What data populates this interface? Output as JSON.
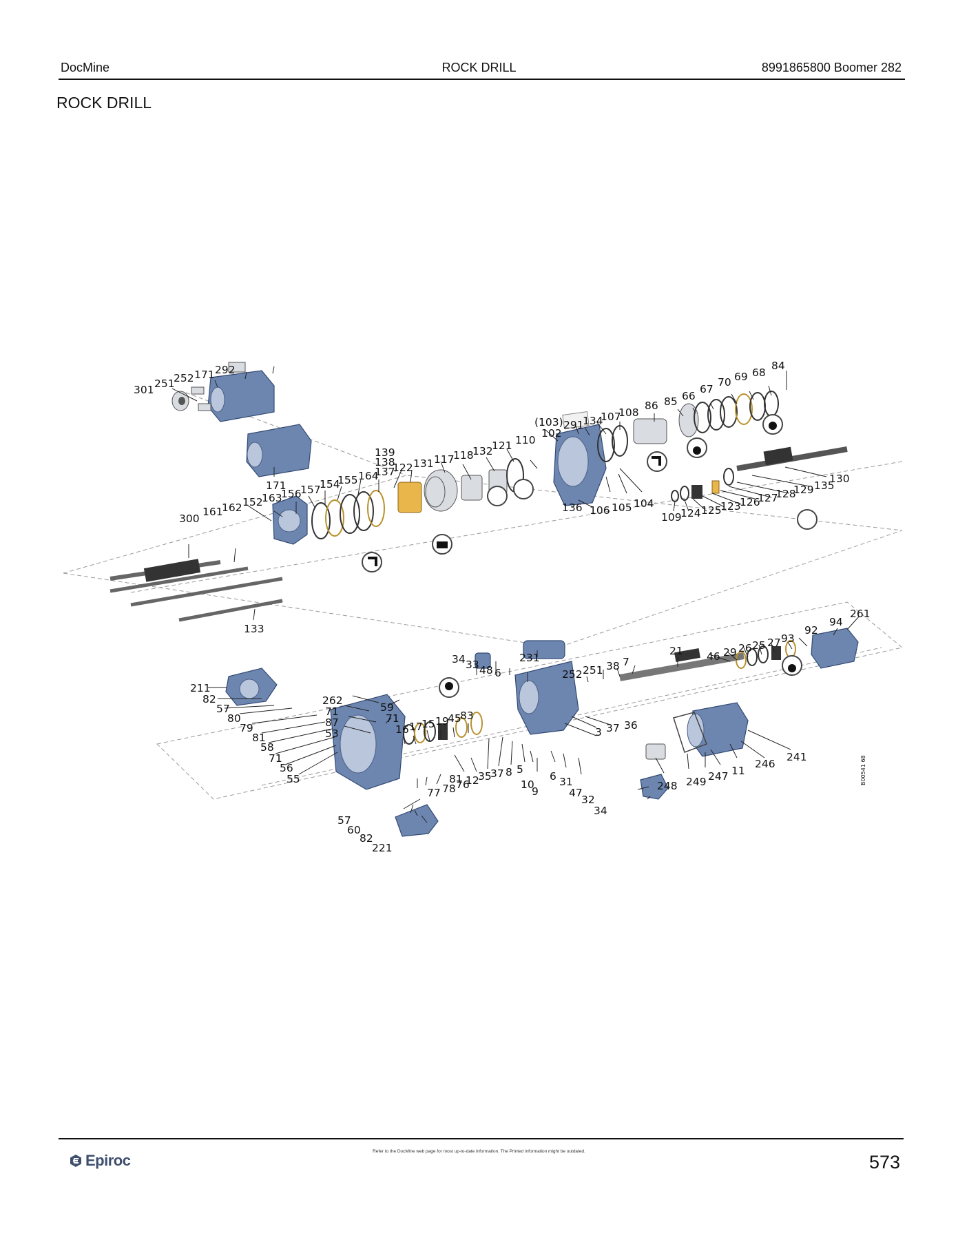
{
  "header": {
    "left": "DocMine",
    "center": "ROCK DRILL",
    "right": "8991865800 Boomer 282"
  },
  "page_title": "ROCK DRILL",
  "diagram": {
    "figure_code": "B00541 68",
    "part_labels": {
      "p301": "301",
      "p251a": "251",
      "p252a": "252",
      "p171a": "171",
      "p292": "292",
      "p171b": "171",
      "p84": "84",
      "p68": "68",
      "p69": "69",
      "p70": "70",
      "p67": "67",
      "p66": "66",
      "p85": "85",
      "p86": "86",
      "p108": "108",
      "p107": "107",
      "p134": "134",
      "p291": "291",
      "p103": "(103)",
      "p102": "102",
      "p110": "110",
      "p121": "121",
      "p132": "132",
      "p118": "118",
      "p117": "117",
      "p131": "131",
      "p122": "122",
      "p137": "137",
      "p138": "138",
      "p139": "139",
      "p164": "164",
      "p155": "155",
      "p154": "154",
      "p157": "157",
      "p156": "156",
      "p163": "163",
      "p152": "152",
      "p162": "162",
      "p161": "161",
      "p300": "300",
      "p133": "133",
      "p136": "136",
      "p106": "106",
      "p105": "105",
      "p104": "104",
      "p109": "109",
      "p124": "124",
      "p125": "125",
      "p123": "123",
      "p126": "126",
      "p127": "127",
      "p128": "128",
      "p129": "129",
      "p135": "135",
      "p130": "130",
      "p261": "261",
      "p94": "94",
      "p92": "92",
      "p93": "93",
      "p27": "27",
      "p25": "25",
      "p26": "26",
      "p29": "29",
      "p46": "46",
      "p21": "21",
      "p7": "7",
      "p38": "38",
      "p251b": "251",
      "p252b": "252",
      "p231": "231",
      "p34a": "34",
      "p33": "33",
      "p48": "48",
      "p6a": "6",
      "p262": "262",
      "p59": "59",
      "p71a": "71",
      "p71b": "71",
      "p87": "87",
      "p53": "53",
      "p16": "16",
      "p17": "17",
      "p15": "15",
      "p19": "19",
      "p45": "45",
      "p83": "83",
      "p211": "211",
      "p82a": "82",
      "p57a": "57",
      "p80": "80",
      "p79": "79",
      "p81a": "81",
      "p58": "58",
      "p71c": "71",
      "p56": "56",
      "p55": "55",
      "p3": "3",
      "p37a": "37",
      "p36": "36",
      "p241": "241",
      "p246": "246",
      "p11": "11",
      "p247": "247",
      "p249": "249",
      "p248": "248",
      "p81b": "81",
      "p12": "12",
      "p35": "35",
      "p37b": "37",
      "p8": "8",
      "p5": "5",
      "p10": "10",
      "p9": "9",
      "p6b": "6",
      "p31": "31",
      "p47": "47",
      "p32": "32",
      "p34b": "34",
      "p77": "77",
      "p78": "78",
      "p76": "76",
      "p57b": "57",
      "p60": "60",
      "p82b": "82",
      "p221": "221"
    }
  },
  "footer": {
    "brand": "Epiroc",
    "note": "Refer to the DocMine web page for most up-to-date information. The Printed information might be outdated.",
    "page_number": "573"
  }
}
